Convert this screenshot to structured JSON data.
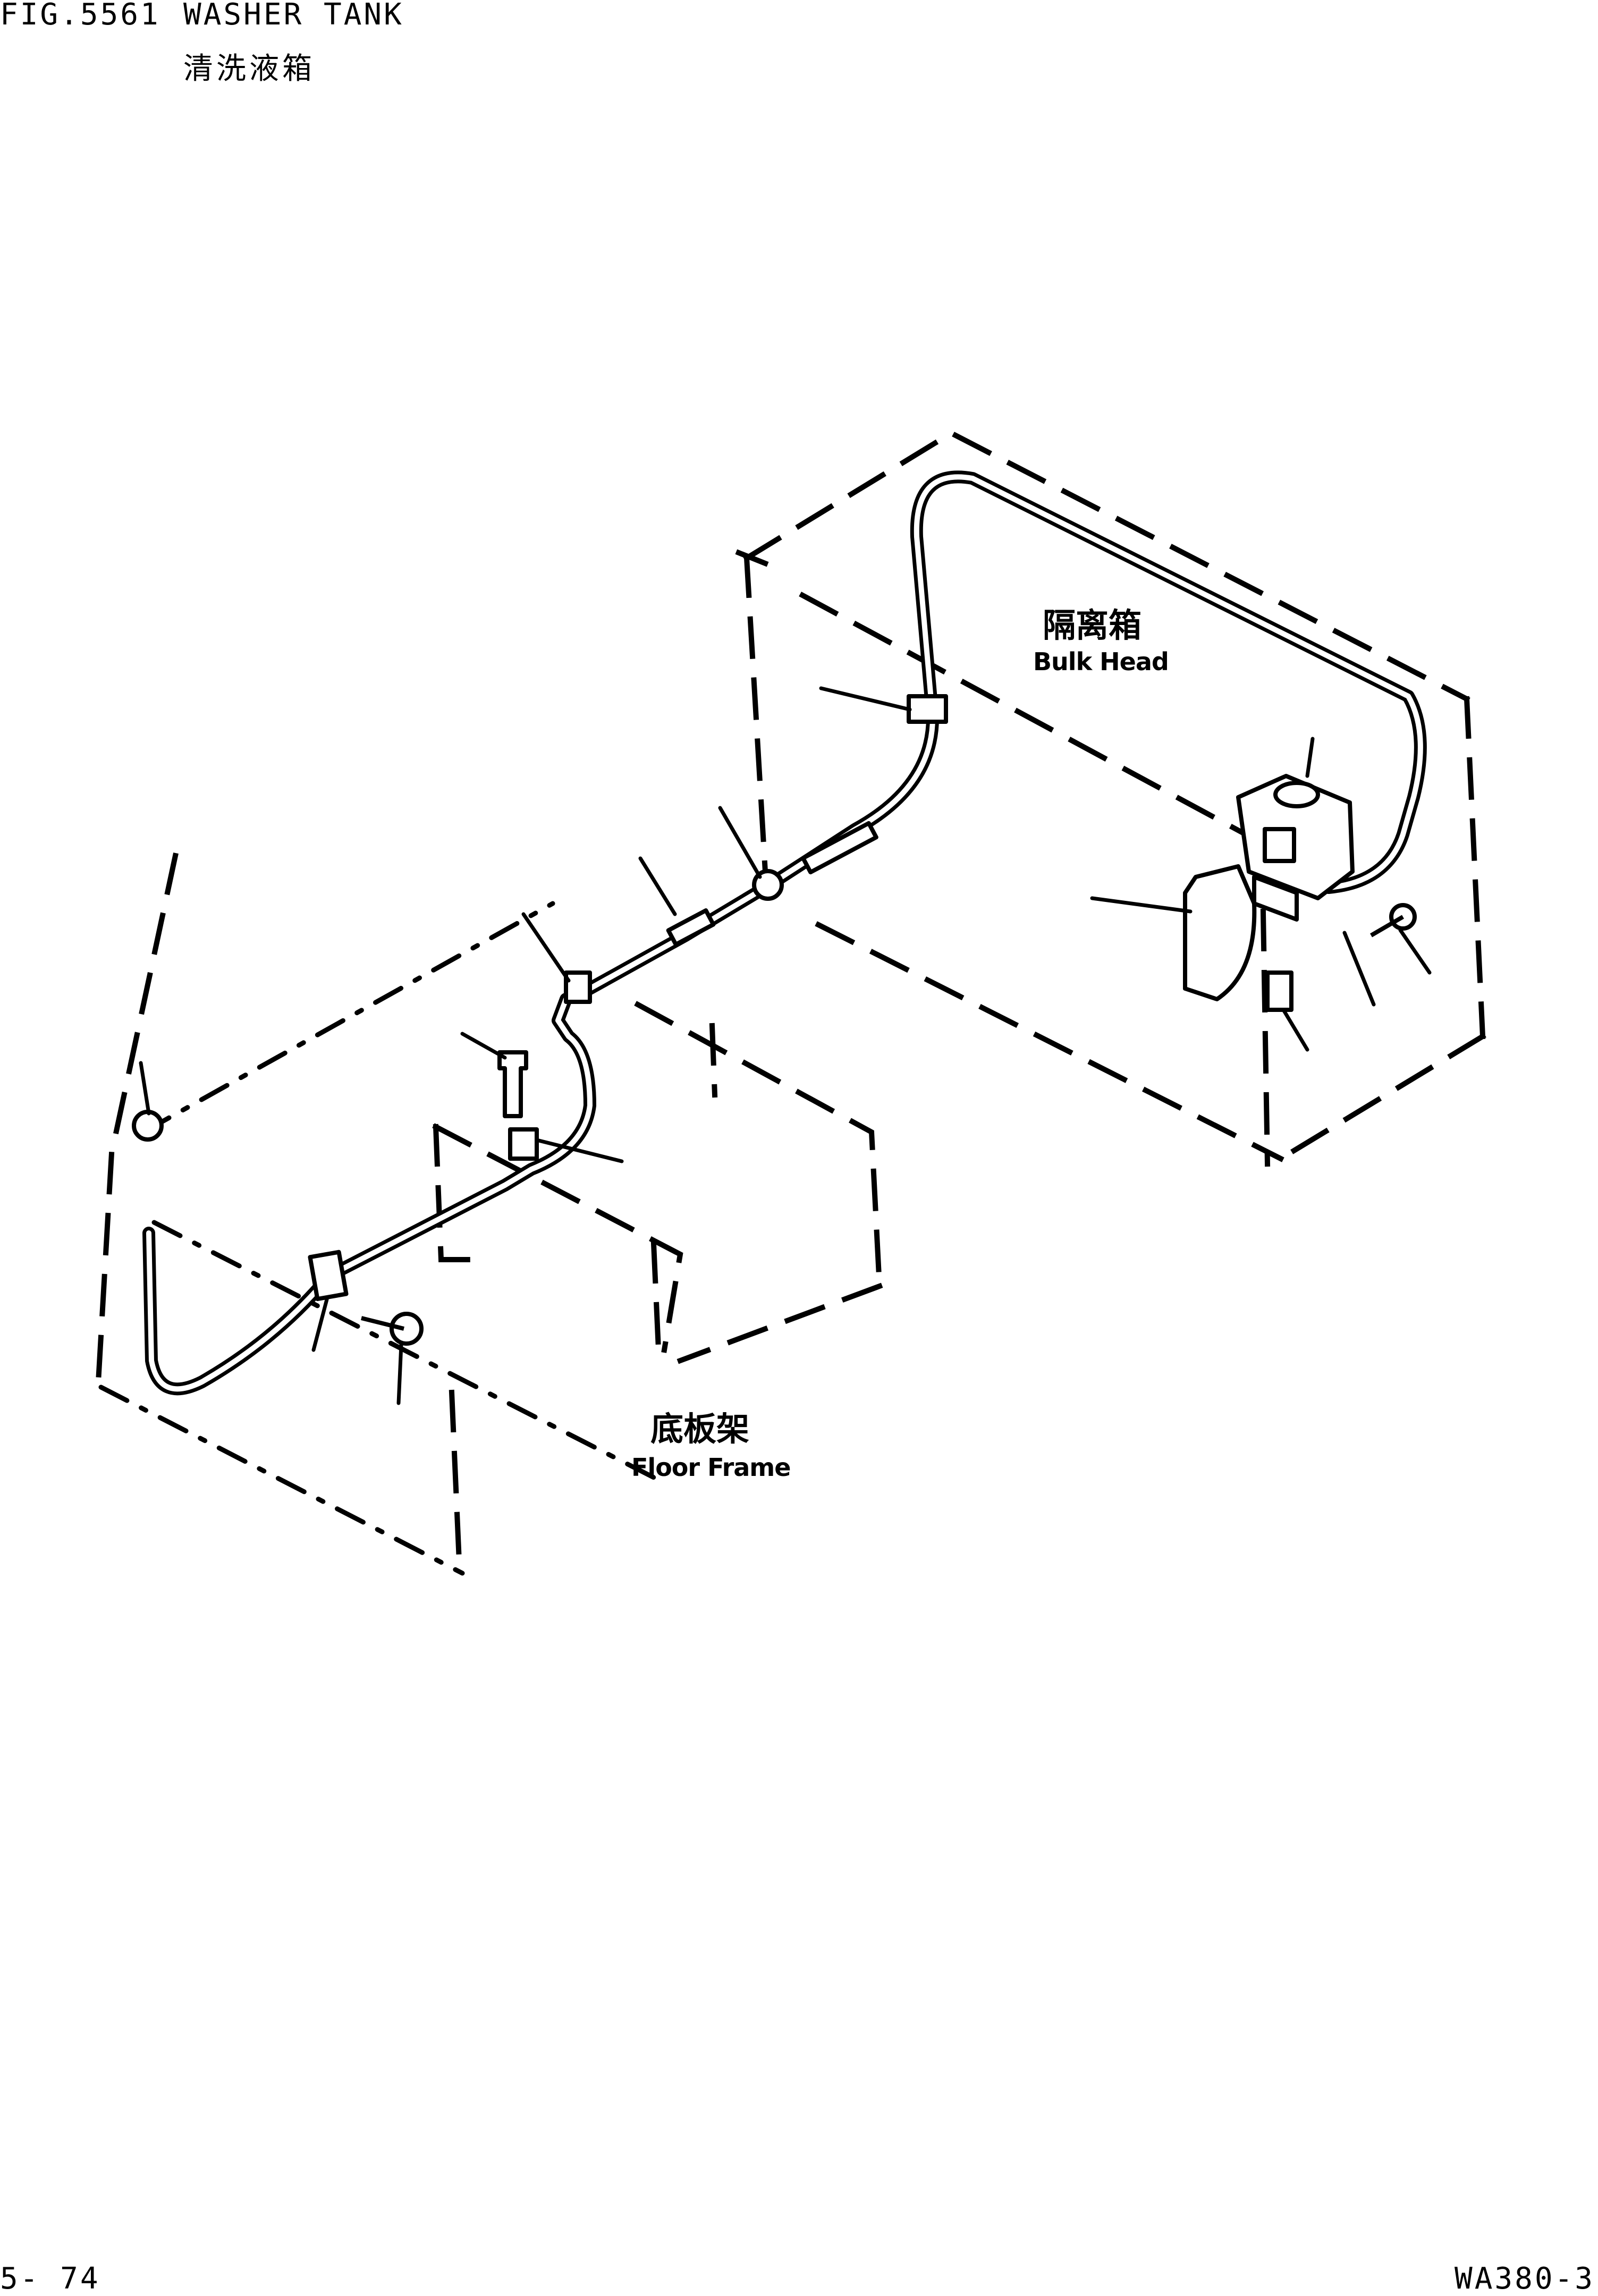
{
  "header": {
    "fig_number": "FIG.5561",
    "title": "WASHER TANK",
    "subtitle": "清洗液箱"
  },
  "diagram": {
    "labels": {
      "bulkhead_cn": "隔离箱",
      "bulkhead_en": "Bulk Head",
      "floor_frame_cn": "底板架",
      "floor_frame_en": "Floor Frame"
    }
  },
  "footer": {
    "page_number": "5- 74",
    "model_number": "WA380-3"
  }
}
